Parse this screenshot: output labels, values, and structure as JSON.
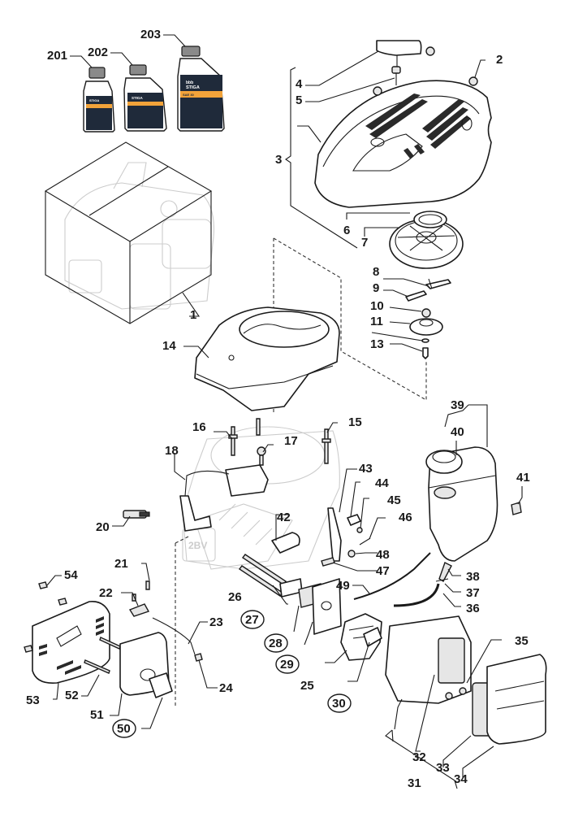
{
  "diagram": {
    "title": "Engine exploded parts diagram",
    "brand_colors": {
      "label_dark": "#1f2a3a",
      "label_orange": "#f2a33a",
      "line": "#1a1a1a"
    },
    "oil_bottles": {
      "brand_top": "bbb",
      "brand": "STIGA",
      "band_text": "SAE 30"
    },
    "engine_tag": "2BV",
    "labels": {
      "p1": "1",
      "p2": "2",
      "p3": "3",
      "p4": "4",
      "p5": "5",
      "p6": "6",
      "p7": "7",
      "p8": "8",
      "p9": "9",
      "p10": "10",
      "p11": "11",
      "p13": "13",
      "p14": "14",
      "p15": "15",
      "p16": "16",
      "p17": "17",
      "p18": "18",
      "p20": "20",
      "p21": "21",
      "p22": "22",
      "p23": "23",
      "p24": "24",
      "p25": "25",
      "p26": "26",
      "p27": "27",
      "p28": "28",
      "p29": "29",
      "p30": "30",
      "p31": "31",
      "p32": "32",
      "p33": "33",
      "p34": "34",
      "p35": "35",
      "p36": "36",
      "p37": "37",
      "p38": "38",
      "p39": "39",
      "p40": "40",
      "p41": "41",
      "p42": "42",
      "p43": "43",
      "p44": "44",
      "p45": "45",
      "p46": "46",
      "p47": "47",
      "p48": "48",
      "p49": "49",
      "p50": "50",
      "p51": "51",
      "p52": "52",
      "p53": "53",
      "p54": "54",
      "p201": "201",
      "p202": "202",
      "p203": "203"
    },
    "circled_labels": [
      "27",
      "28",
      "29",
      "30",
      "50"
    ]
  }
}
